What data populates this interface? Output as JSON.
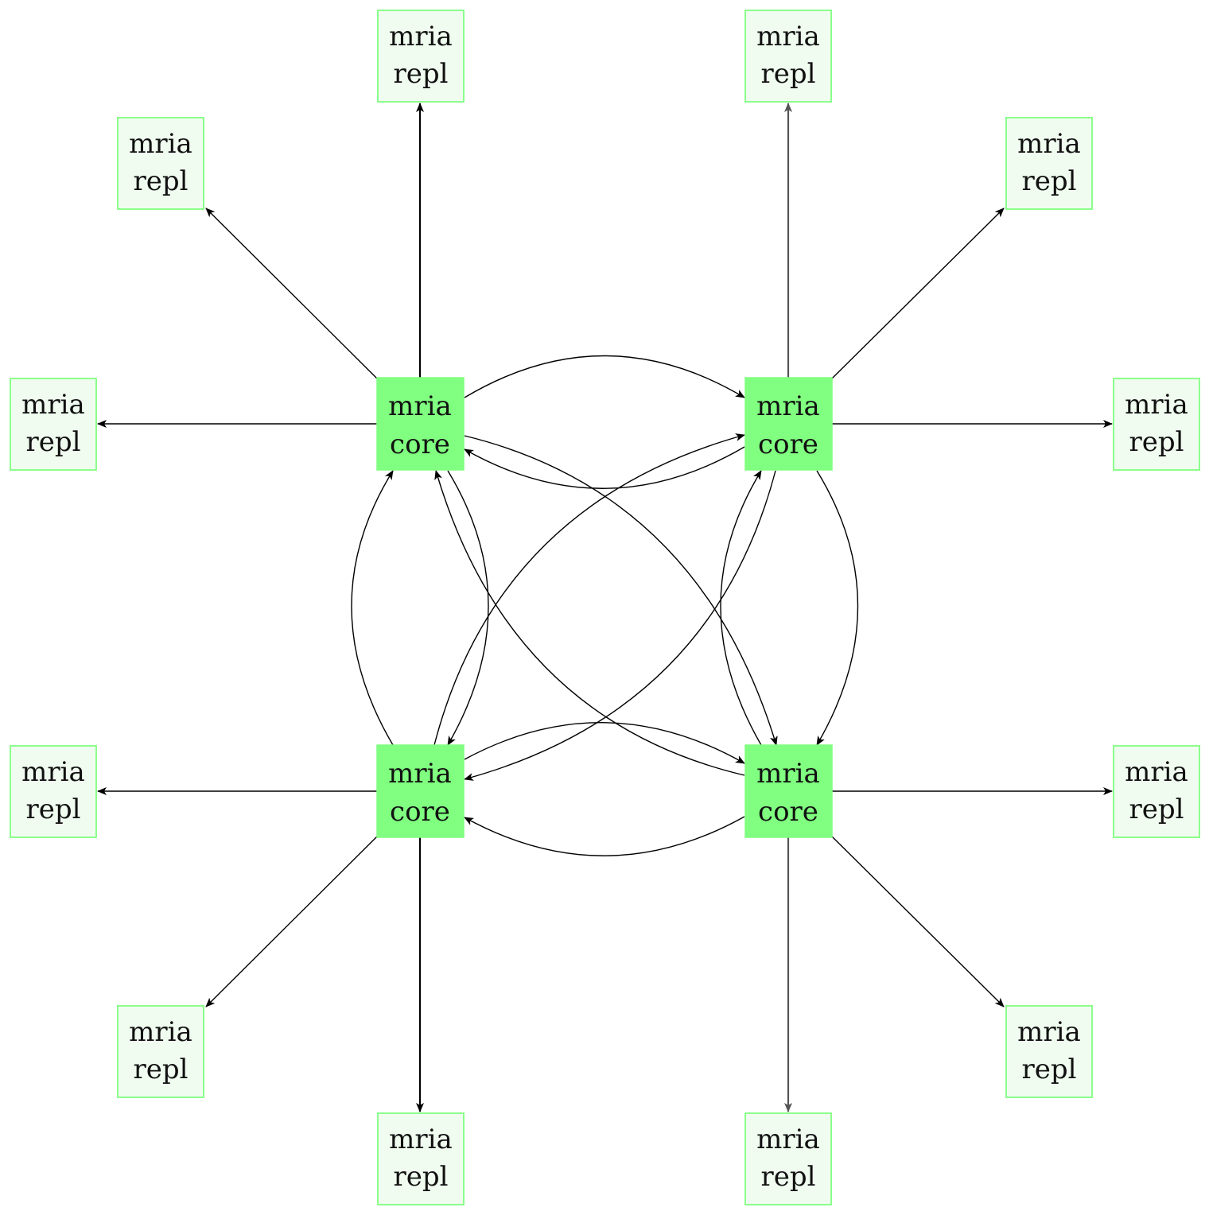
{
  "colors": {
    "core_fill": "#80ff80",
    "repl_fill": "#f0fcf0",
    "repl_border": "#80ff80",
    "edge": "#000000"
  },
  "nodes": {
    "core_top_left": {
      "kind": "core",
      "line1": "mria",
      "line2": "core"
    },
    "core_top_right": {
      "kind": "core",
      "line1": "mria",
      "line2": "core"
    },
    "core_bottom_left": {
      "kind": "core",
      "line1": "mria",
      "line2": "core"
    },
    "core_bottom_right": {
      "kind": "core",
      "line1": "mria",
      "line2": "core"
    },
    "repl_top_a": {
      "kind": "repl",
      "line1": "mria",
      "line2": "repl"
    },
    "repl_top_b": {
      "kind": "repl",
      "line1": "mria",
      "line2": "repl"
    },
    "repl_upper_left": {
      "kind": "repl",
      "line1": "mria",
      "line2": "repl"
    },
    "repl_upper_right": {
      "kind": "repl",
      "line1": "mria",
      "line2": "repl"
    },
    "repl_mid_left_top": {
      "kind": "repl",
      "line1": "mria",
      "line2": "repl"
    },
    "repl_mid_right_top": {
      "kind": "repl",
      "line1": "mria",
      "line2": "repl"
    },
    "repl_mid_left_bot": {
      "kind": "repl",
      "line1": "mria",
      "line2": "repl"
    },
    "repl_mid_right_bot": {
      "kind": "repl",
      "line1": "mria",
      "line2": "repl"
    },
    "repl_lower_left": {
      "kind": "repl",
      "line1": "mria",
      "line2": "repl"
    },
    "repl_lower_right": {
      "kind": "repl",
      "line1": "mria",
      "line2": "repl"
    },
    "repl_bottom_a": {
      "kind": "repl",
      "line1": "mria",
      "line2": "repl"
    },
    "repl_bottom_b": {
      "kind": "repl",
      "line1": "mria",
      "line2": "repl"
    }
  }
}
